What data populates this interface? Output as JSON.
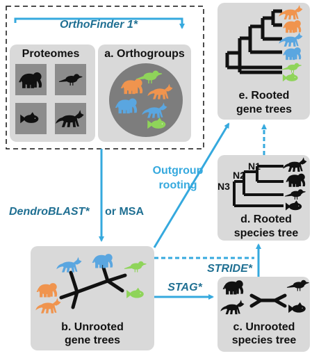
{
  "labels": {
    "orthofinder": "OrthoFinder 1*",
    "proteomes": "Proteomes",
    "orthogroups": "a. Orthogroups",
    "rooted_gene_trees_1": "e. Rooted",
    "rooted_gene_trees_2": "gene trees",
    "outgroup_1": "Outgroup",
    "outgroup_2": "rooting",
    "dendroblast": "DendroBLAST*",
    "or_msa": "or MSA",
    "n1": "N1",
    "n2": "N2",
    "n3": "N3",
    "rooted_species_1": "d. Rooted",
    "rooted_species_2": "species tree",
    "stride": "STRIDE*",
    "stag": "STAG*",
    "unrooted_gene_1": "b. Unrooted",
    "unrooted_gene_2": "gene trees",
    "unrooted_species_1": "c. Unrooted",
    "unrooted_species_2": "species tree"
  },
  "colors": {
    "arrow": "#35a9de",
    "method_text": "#1f6f92",
    "box": "#d9d9d9",
    "dark_tile": "#8c8c8c",
    "orange": "#f0944e",
    "blue": "#5aa6e0",
    "green": "#8fd45a",
    "black": "#111111"
  },
  "icons": [
    "elephant-icon",
    "bird-icon",
    "fish-icon",
    "wolf-icon"
  ]
}
